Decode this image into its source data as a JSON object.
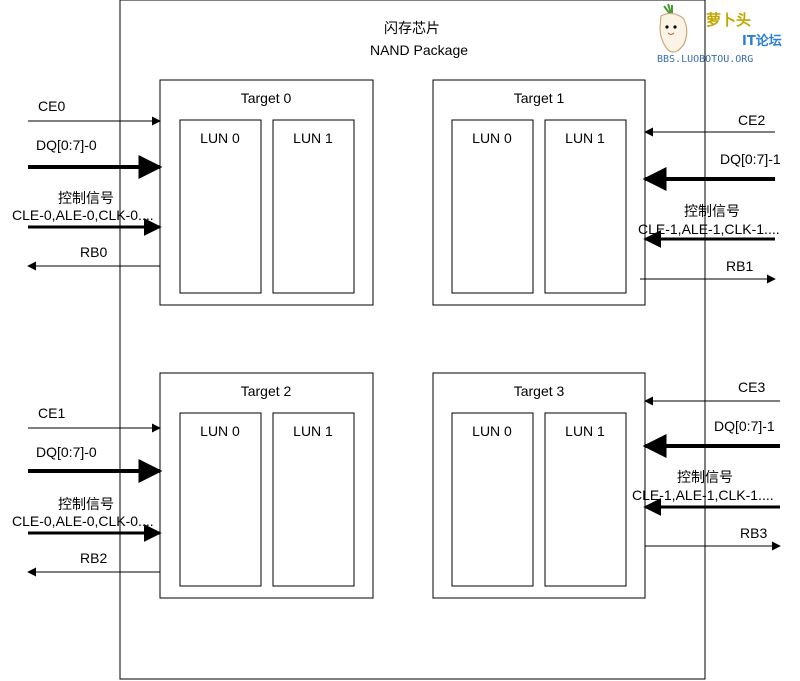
{
  "package": {
    "title_cn": "闪存芯片",
    "title_en": "NAND Package"
  },
  "targets": [
    {
      "label": "Target 0",
      "luns": [
        "LUN 0",
        "LUN 1"
      ]
    },
    {
      "label": "Target 1",
      "luns": [
        "LUN 0",
        "LUN 1"
      ]
    },
    {
      "label": "Target 2",
      "luns": [
        "LUN 0",
        "LUN 1"
      ]
    },
    {
      "label": "Target 3",
      "luns": [
        "LUN 0",
        "LUN 1"
      ]
    }
  ],
  "signals": {
    "left_top": {
      "ce": "CE0",
      "dq": "DQ[0:7]-0",
      "ctrl_cn": "控制信号",
      "ctrl_list": "CLE-0,ALE-0,CLK-0....",
      "rb": "RB0"
    },
    "right_top": {
      "ce": "CE2",
      "dq": "DQ[0:7]-1",
      "ctrl_cn": "控制信号",
      "ctrl_list": "CLE-1,ALE-1,CLK-1....",
      "rb": "RB1"
    },
    "left_bottom": {
      "ce": "CE1",
      "dq": "DQ[0:7]-0",
      "ctrl_cn": "控制信号",
      "ctrl_list": "CLE-0,ALE-0,CLK-0....",
      "rb": "RB2"
    },
    "right_bottom": {
      "ce": "CE3",
      "dq": "DQ[0:7]-1",
      "ctrl_cn": "控制信号",
      "ctrl_list": "CLE-1,ALE-1,CLK-1....",
      "rb": "RB3"
    }
  },
  "watermark": {
    "name": "萝卜头",
    "sub": "IT论坛",
    "url": "BBS.LUOBOTOU.ORG"
  }
}
